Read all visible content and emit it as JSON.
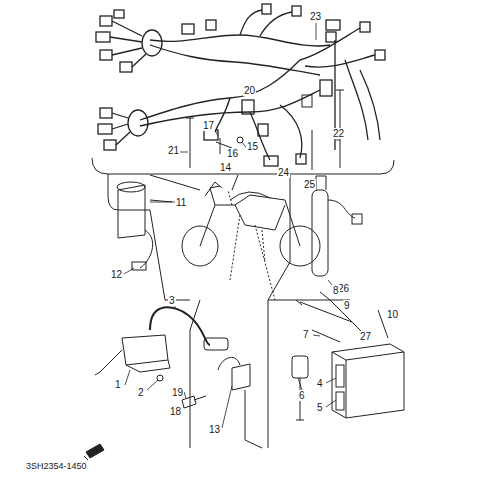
{
  "diagram": {
    "labels": [
      "23",
      "20",
      "17",
      "15",
      "16",
      "14",
      "21",
      "22",
      "24",
      "25",
      "11",
      "12",
      "26",
      "27",
      "3",
      "8",
      "9",
      "10",
      "7",
      "1",
      "2",
      "4",
      "6",
      "19",
      "18",
      "13",
      "5",
      "3SH2354-1450"
    ]
  }
}
